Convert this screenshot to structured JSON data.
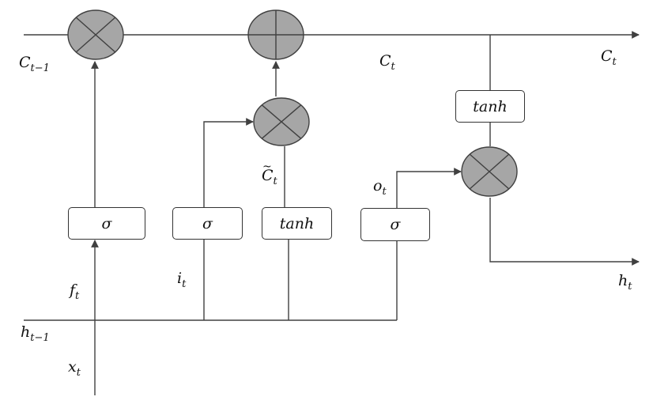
{
  "labels": {
    "c_prev": {
      "base": "C",
      "sub": "t−1"
    },
    "c_mid": {
      "base": "C",
      "sub": "t"
    },
    "c_out": {
      "base": "C",
      "sub": "t"
    },
    "h_prev": {
      "base": "h",
      "sub": "t−1"
    },
    "x_in": {
      "base": "x",
      "sub": "t"
    },
    "f_gate": {
      "base": "f",
      "sub": "t"
    },
    "i_gate": {
      "base": "i",
      "sub": "t"
    },
    "c_tilde": {
      "base": "C",
      "sub": "t",
      "accent": "~"
    },
    "o_gate": {
      "base": "o",
      "sub": "t"
    },
    "h_out": {
      "base": "h",
      "sub": "t"
    }
  },
  "boxes": {
    "forget_sigma": "σ",
    "input_sigma": "σ",
    "candidate_tanh": "tanh",
    "output_sigma": "σ",
    "cell_tanh": "tanh"
  },
  "operators": {
    "forget_mult": "multiply",
    "cell_add": "add",
    "input_mult": "multiply",
    "output_mult": "multiply"
  },
  "colors": {
    "line": "#404040",
    "node_fill": "#a6a6a6",
    "node_stroke": "#404040"
  }
}
